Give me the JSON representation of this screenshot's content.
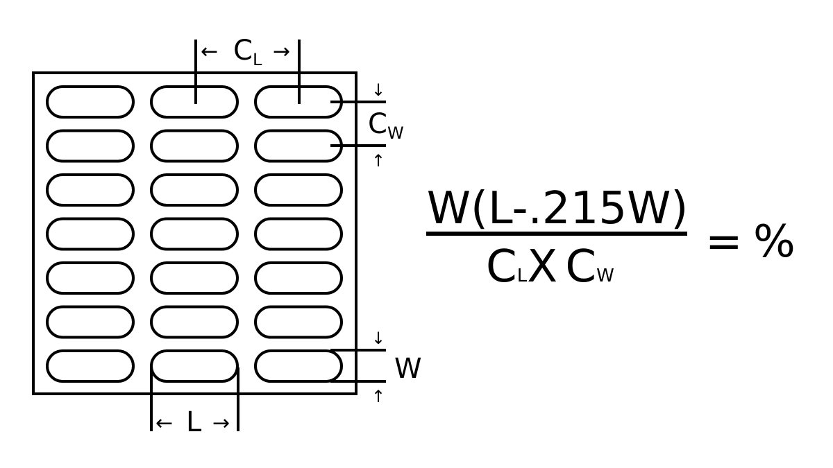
{
  "diagram": {
    "labels": {
      "center_spacing_length": {
        "main": "C",
        "sub": "L"
      },
      "center_spacing_width": {
        "main": "C",
        "sub": "W"
      },
      "slot_length": "L",
      "slot_width": "W"
    },
    "arrows": {
      "left": "←",
      "right": "→",
      "up": "↑",
      "down": "↓"
    },
    "grid": {
      "columns": 3,
      "rows": 7
    }
  },
  "formula": {
    "numerator": "W(L-.215W)",
    "denominator": {
      "cl_main": "C",
      "cl_sub": "L",
      "times": "X",
      "cw_main": "C",
      "cw_sub": "W"
    },
    "equals": "=",
    "result": "%"
  }
}
